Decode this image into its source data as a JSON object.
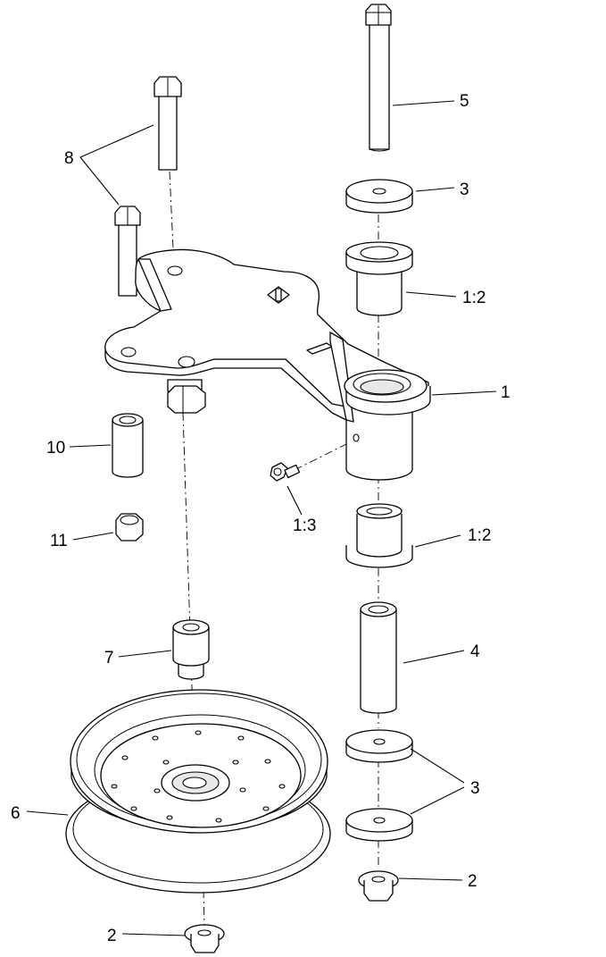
{
  "callouts": {
    "c1": "1",
    "c1_2_top": "1:2",
    "c1_2_bottom": "1:2",
    "c1_3": "1:3",
    "c2_left": "2",
    "c2_right": "2",
    "c3_top": "3",
    "c3_bottom": "3",
    "c4": "4",
    "c5": "5",
    "c6": "6",
    "c7": "7",
    "c8": "8",
    "c10": "10",
    "c11": "11"
  }
}
